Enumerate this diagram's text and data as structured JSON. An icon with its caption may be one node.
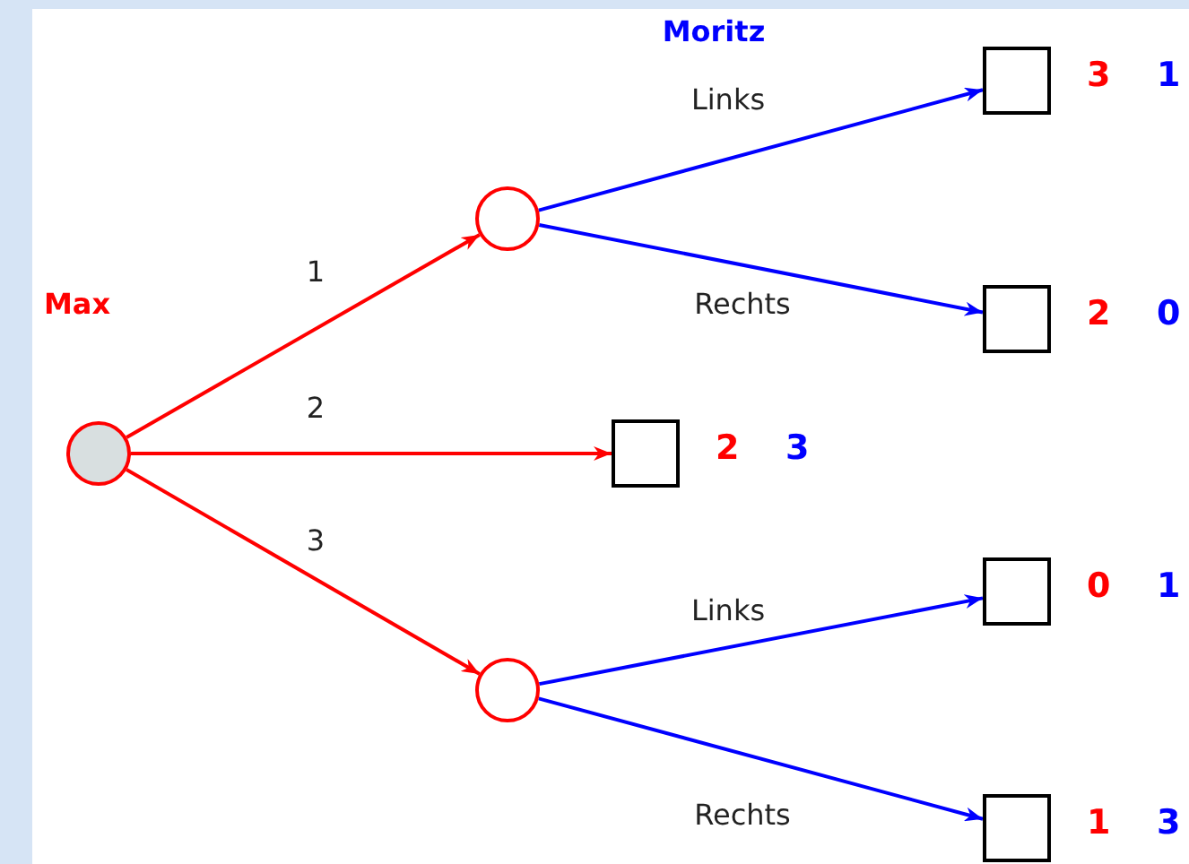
{
  "diagram": {
    "nodes": [
      {
        "text": [],
        "shape": "circle"
      },
      {
        "text": [],
        "shape": "circle"
      },
      {
        "text": [],
        "shape": "box",
        "beside": [
          "3",
          "1"
        ]
      },
      {
        "text": [],
        "shape": "box",
        "beside": [
          "2",
          "0"
        ]
      },
      {
        "text": [],
        "shape": "box",
        "beside": [
          "2",
          "3"
        ]
      },
      {
        "text": [],
        "shape": "circle"
      },
      {
        "text": [],
        "shape": "box",
        "beside": [
          "0",
          "1"
        ]
      },
      {
        "text": [],
        "shape": "box",
        "beside": [
          "1",
          "3"
        ]
      }
    ],
    "edges": [
      {
        "from": 0,
        "to": 1,
        "arrow": "to",
        "label": "1",
        "color": "#ff0000"
      },
      {
        "from": 0,
        "to": 4,
        "arrow": "to",
        "label": "2",
        "color": "#ff0000"
      },
      {
        "from": 0,
        "to": 5,
        "arrow": "to",
        "label": "3",
        "color": "#ff0000"
      },
      {
        "from": 1,
        "to": 2,
        "arrow": "to",
        "label": "Links"
      },
      {
        "from": 1,
        "to": 3,
        "arrow": "to",
        "label": "Rechts"
      },
      {
        "from": 5,
        "to": 6,
        "arrow": "to",
        "label": "Links"
      },
      {
        "from": 5,
        "to": 7,
        "arrow": "to",
        "label": "Rechts"
      }
    ],
    "labels": [
      "Moritz",
      "Max"
    ]
  }
}
